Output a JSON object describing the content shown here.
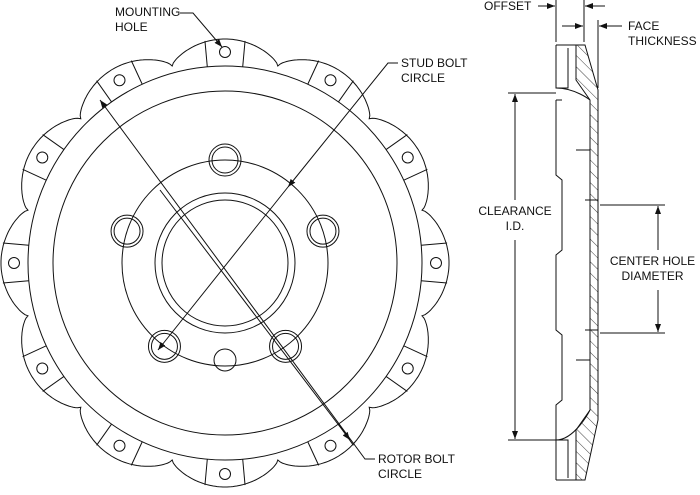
{
  "labels": {
    "mounting_hole": [
      "MOUNTING",
      "HOLE"
    ],
    "stud_bolt_circle": [
      "STUD BOLT",
      "CIRCLE"
    ],
    "rotor_bolt_circle": [
      "ROTOR BOLT",
      "CIRCLE"
    ],
    "offset": "OFFSET",
    "face_thickness": [
      "FACE",
      "THICKNESS"
    ],
    "clearance_id": [
      "CLEARANCE",
      "I.D."
    ],
    "center_hole_diameter": [
      "CENTER HOLE",
      "DIAMETER"
    ]
  },
  "counts": {
    "mounting_holes": 12,
    "stud_holes": 5
  },
  "colors": {
    "line": "#111111",
    "background": "#ffffff"
  }
}
